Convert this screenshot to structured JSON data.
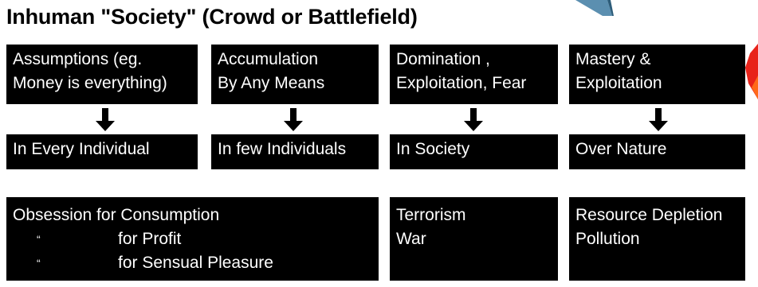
{
  "title": "Inhuman \"Society\" (Crowd or Battlefield)",
  "row1": [
    {
      "line1": "Assumptions (eg.",
      "line2": "Money is everything)"
    },
    {
      "line1": "Accumulation",
      "line2": "By Any Means"
    },
    {
      "line1": "Domination ,",
      "line2": "Exploitation, Fear"
    },
    {
      "line1": "Mastery &",
      "line2": "Exploitation"
    }
  ],
  "row2": [
    "In Every Individual",
    "In few Individuals",
    "In Society",
    "Over Nature"
  ],
  "row3": {
    "consumption": {
      "line1": "Obsession  for Consumption",
      "ditto": "“",
      "line2": "for Profit",
      "line3": "for Sensual Pleasure"
    },
    "terror": {
      "line1": "Terrorism",
      "line2": "War"
    },
    "resource": {
      "line1": "Resource Depletion",
      "line2": "Pollution"
    }
  },
  "colors": {
    "box_fill": "#000000",
    "box_text": "#ffffff",
    "deco_top": "#5b8fb0",
    "deco_right": "#e8231a"
  }
}
